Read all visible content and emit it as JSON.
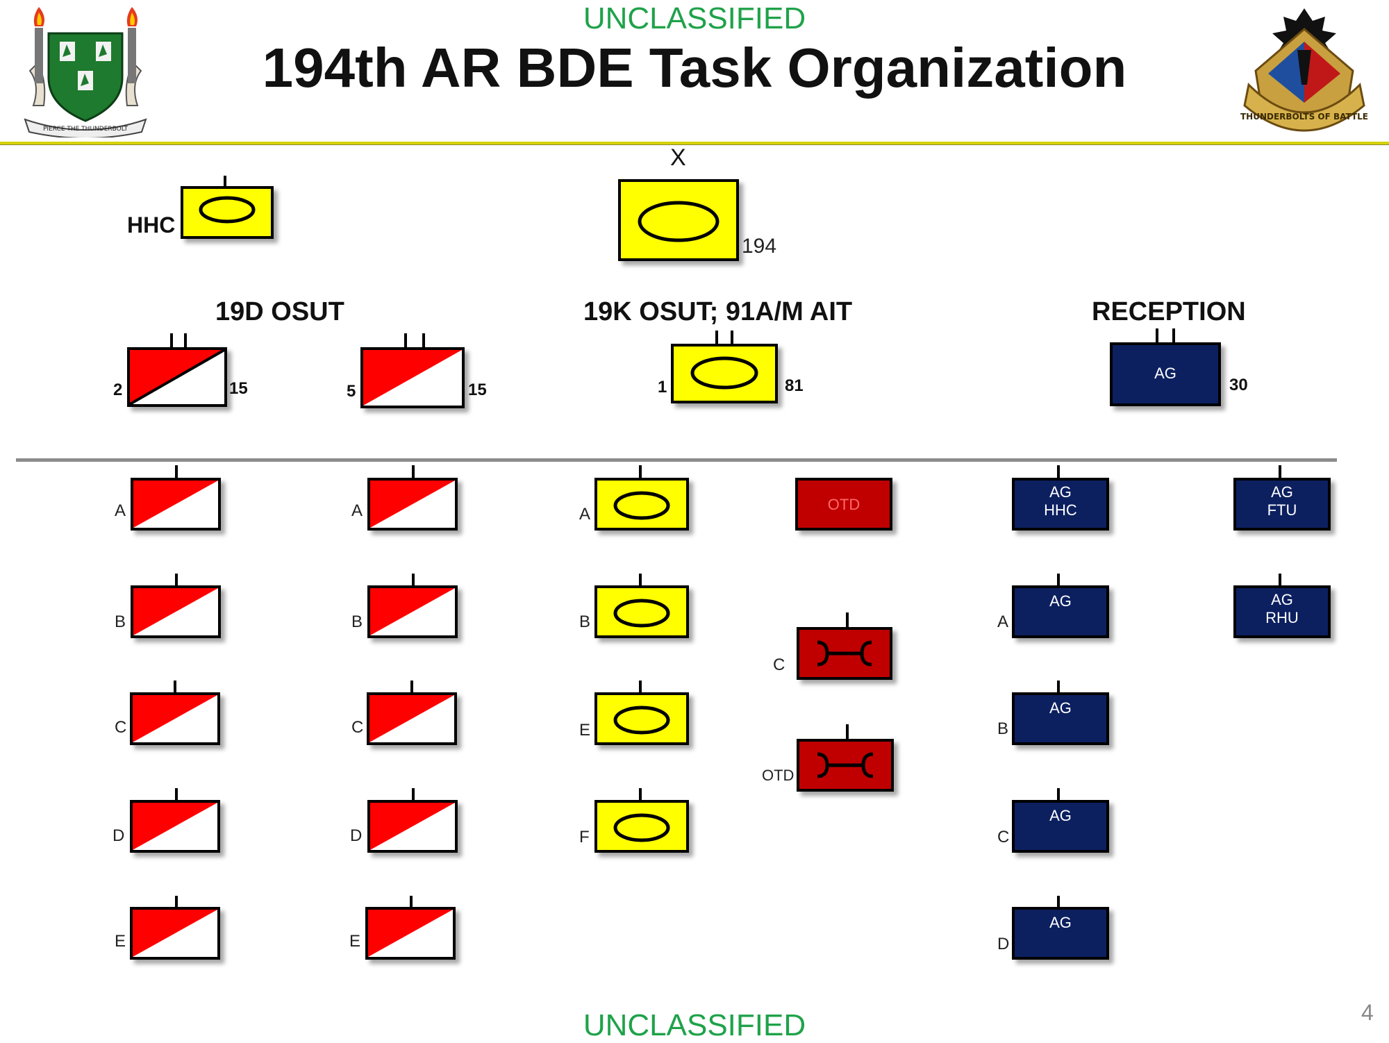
{
  "classification_top": "UNCLASSIFIED",
  "classification_bottom": "UNCLASSIFIED",
  "title": "194th AR BDE Task Organization",
  "page_number": "4",
  "logos": {
    "left_motto": "PIERCE THE THUNDERBOLT",
    "right_motto": "THUNDERBOLTS OF BATTLE"
  },
  "colors": {
    "armor_yellow": "#ffff00",
    "infantry_red": "#ff0000",
    "ordnance_red": "#c00000",
    "ag_navy": "#0c2060",
    "classification_green": "#1fa24a"
  },
  "brigade": {
    "echelon": "X",
    "number": "194",
    "hhc_label": "HHC"
  },
  "groups": {
    "osut_19d": "19D OSUT",
    "osut_19k": "19K OSUT; 91A/M AIT",
    "reception": "RECEPTION"
  },
  "battalions": {
    "b2_15": {
      "left": "2",
      "right": "15"
    },
    "b5_15": {
      "left": "5",
      "right": "15"
    },
    "b1_81": {
      "left": "1",
      "right": "81"
    },
    "ag_30": {
      "inner": "AG",
      "right": "30"
    }
  },
  "companies": {
    "col1": [
      "A",
      "B",
      "C",
      "D",
      "E"
    ],
    "col2": [
      "A",
      "B",
      "C",
      "D",
      "E"
    ],
    "col3": [
      "A",
      "B",
      "E",
      "F"
    ],
    "col4": {
      "top_inner": "OTD",
      "c_label": "C",
      "otd_label": "OTD"
    },
    "col5": {
      "top_line1": "AG",
      "top_line2": "HHC",
      "labels": [
        "A",
        "B",
        "C",
        "D"
      ],
      "inner": "AG"
    },
    "col6": {
      "ftu_line1": "AG",
      "ftu_line2": "FTU",
      "rhu_line1": "AG",
      "rhu_line2": "RHU"
    }
  }
}
